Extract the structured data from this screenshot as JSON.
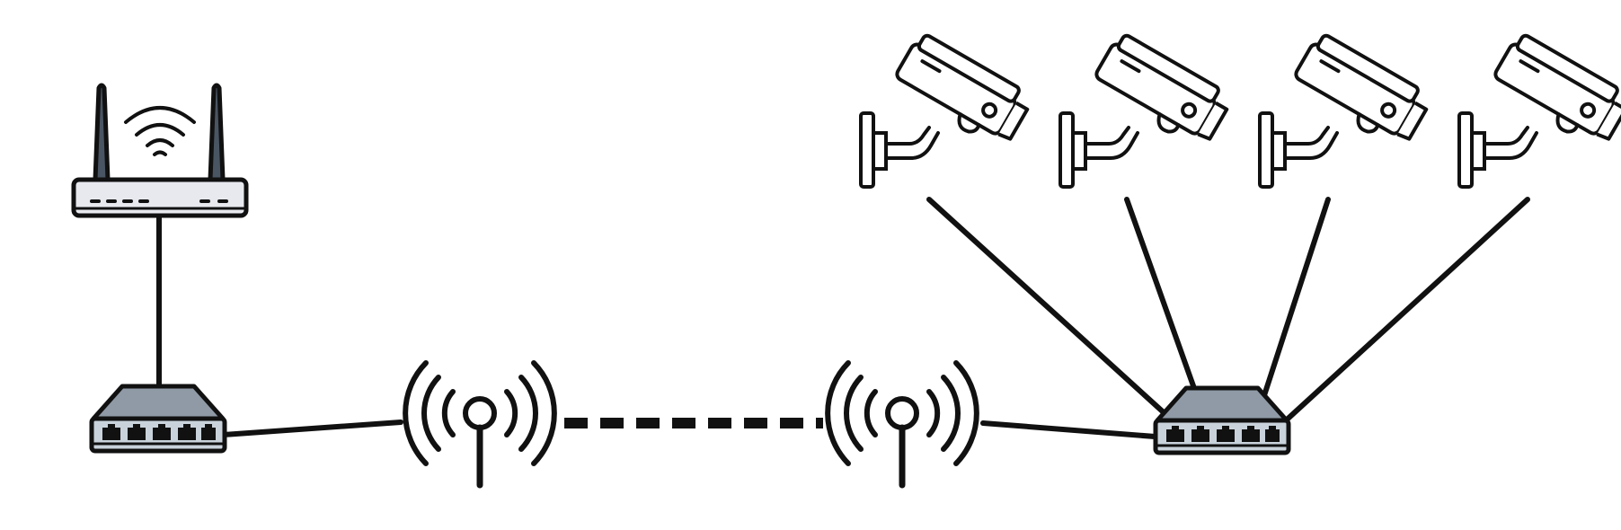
{
  "diagram": {
    "nodes": [
      {
        "id": "router",
        "kind": "wifi-router",
        "icon": "router-icon"
      },
      {
        "id": "switch-left",
        "kind": "network-switch",
        "icon": "switch-icon"
      },
      {
        "id": "antenna-left",
        "kind": "wireless-antenna",
        "icon": "antenna-icon"
      },
      {
        "id": "antenna-right",
        "kind": "wireless-antenna",
        "icon": "antenna-icon"
      },
      {
        "id": "switch-right",
        "kind": "network-switch",
        "icon": "switch-icon"
      },
      {
        "id": "camera-1",
        "kind": "cctv-camera",
        "icon": "security-camera-icon"
      },
      {
        "id": "camera-2",
        "kind": "cctv-camera",
        "icon": "security-camera-icon"
      },
      {
        "id": "camera-3",
        "kind": "cctv-camera",
        "icon": "security-camera-icon"
      },
      {
        "id": "camera-4",
        "kind": "cctv-camera",
        "icon": "security-camera-icon"
      }
    ],
    "edges": [
      {
        "from": "router",
        "to": "switch-left",
        "style": "solid"
      },
      {
        "from": "switch-left",
        "to": "antenna-left",
        "style": "solid"
      },
      {
        "from": "antenna-left",
        "to": "antenna-right",
        "style": "dashed"
      },
      {
        "from": "antenna-right",
        "to": "switch-right",
        "style": "solid"
      },
      {
        "from": "camera-1",
        "to": "switch-right",
        "style": "solid"
      },
      {
        "from": "camera-2",
        "to": "switch-right",
        "style": "solid"
      },
      {
        "from": "camera-3",
        "to": "switch-right",
        "style": "solid"
      },
      {
        "from": "camera-4",
        "to": "switch-right",
        "style": "solid"
      }
    ],
    "colors": {
      "line": "#111111",
      "switch_top": "#8f9aa6",
      "switch_front": "#c9d2db",
      "router_body": "#e7e9ee",
      "antenna_fill": "#4a5563",
      "background": "#ffffff"
    }
  }
}
